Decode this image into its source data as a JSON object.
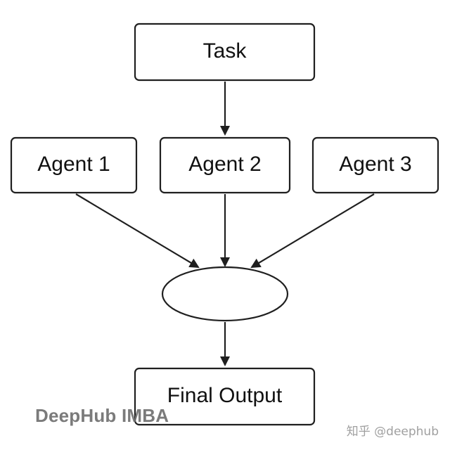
{
  "diagram": {
    "nodes": {
      "task": {
        "label": "Task"
      },
      "agent_1": {
        "label": "Agent 1"
      },
      "agent_2": {
        "label": "Agent 2"
      },
      "agent_3": {
        "label": "Agent 3"
      },
      "aggregator": {
        "label": ""
      },
      "final_output": {
        "label": "Final Output"
      }
    },
    "edges": [
      {
        "from": "task",
        "to": "agent_2"
      },
      {
        "from": "agent_1",
        "to": "aggregator"
      },
      {
        "from": "agent_2",
        "to": "aggregator"
      },
      {
        "from": "agent_3",
        "to": "aggregator"
      },
      {
        "from": "aggregator",
        "to": "final_output"
      }
    ]
  },
  "watermarks": {
    "brand": "DeepHub IMBA",
    "site": "知乎 @deephub"
  }
}
